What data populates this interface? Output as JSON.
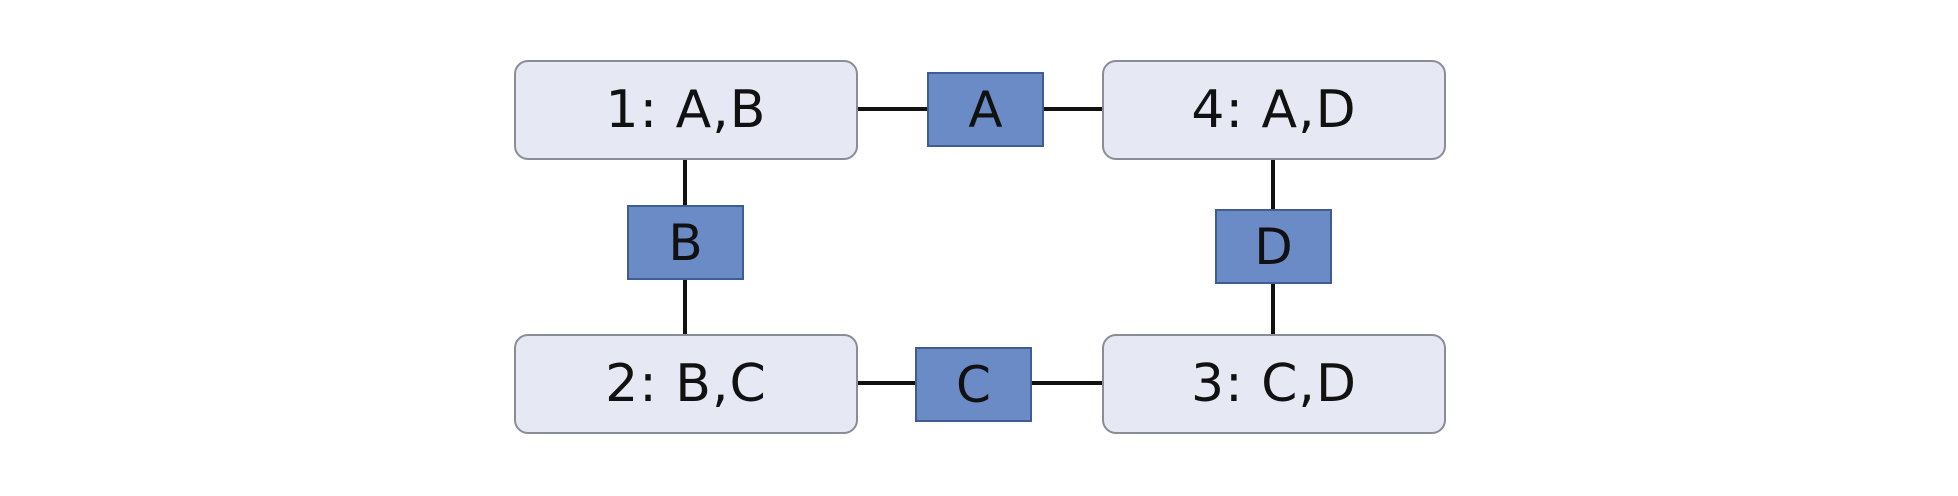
{
  "nodes": {
    "n1": {
      "label": "1: A,B"
    },
    "n2": {
      "label": "2: B,C"
    },
    "n3": {
      "label": "3: C,D"
    },
    "n4": {
      "label": "4: A,D"
    }
  },
  "separators": {
    "a": {
      "label": "A"
    },
    "b": {
      "label": "B"
    },
    "c": {
      "label": "C"
    },
    "d": {
      "label": "D"
    }
  },
  "colors": {
    "node_fill": "#e6e9f4",
    "node_border": "#8a8d97",
    "separator_fill": "#6b8bc6",
    "separator_border": "#3f5d93",
    "edge": "#111111"
  }
}
